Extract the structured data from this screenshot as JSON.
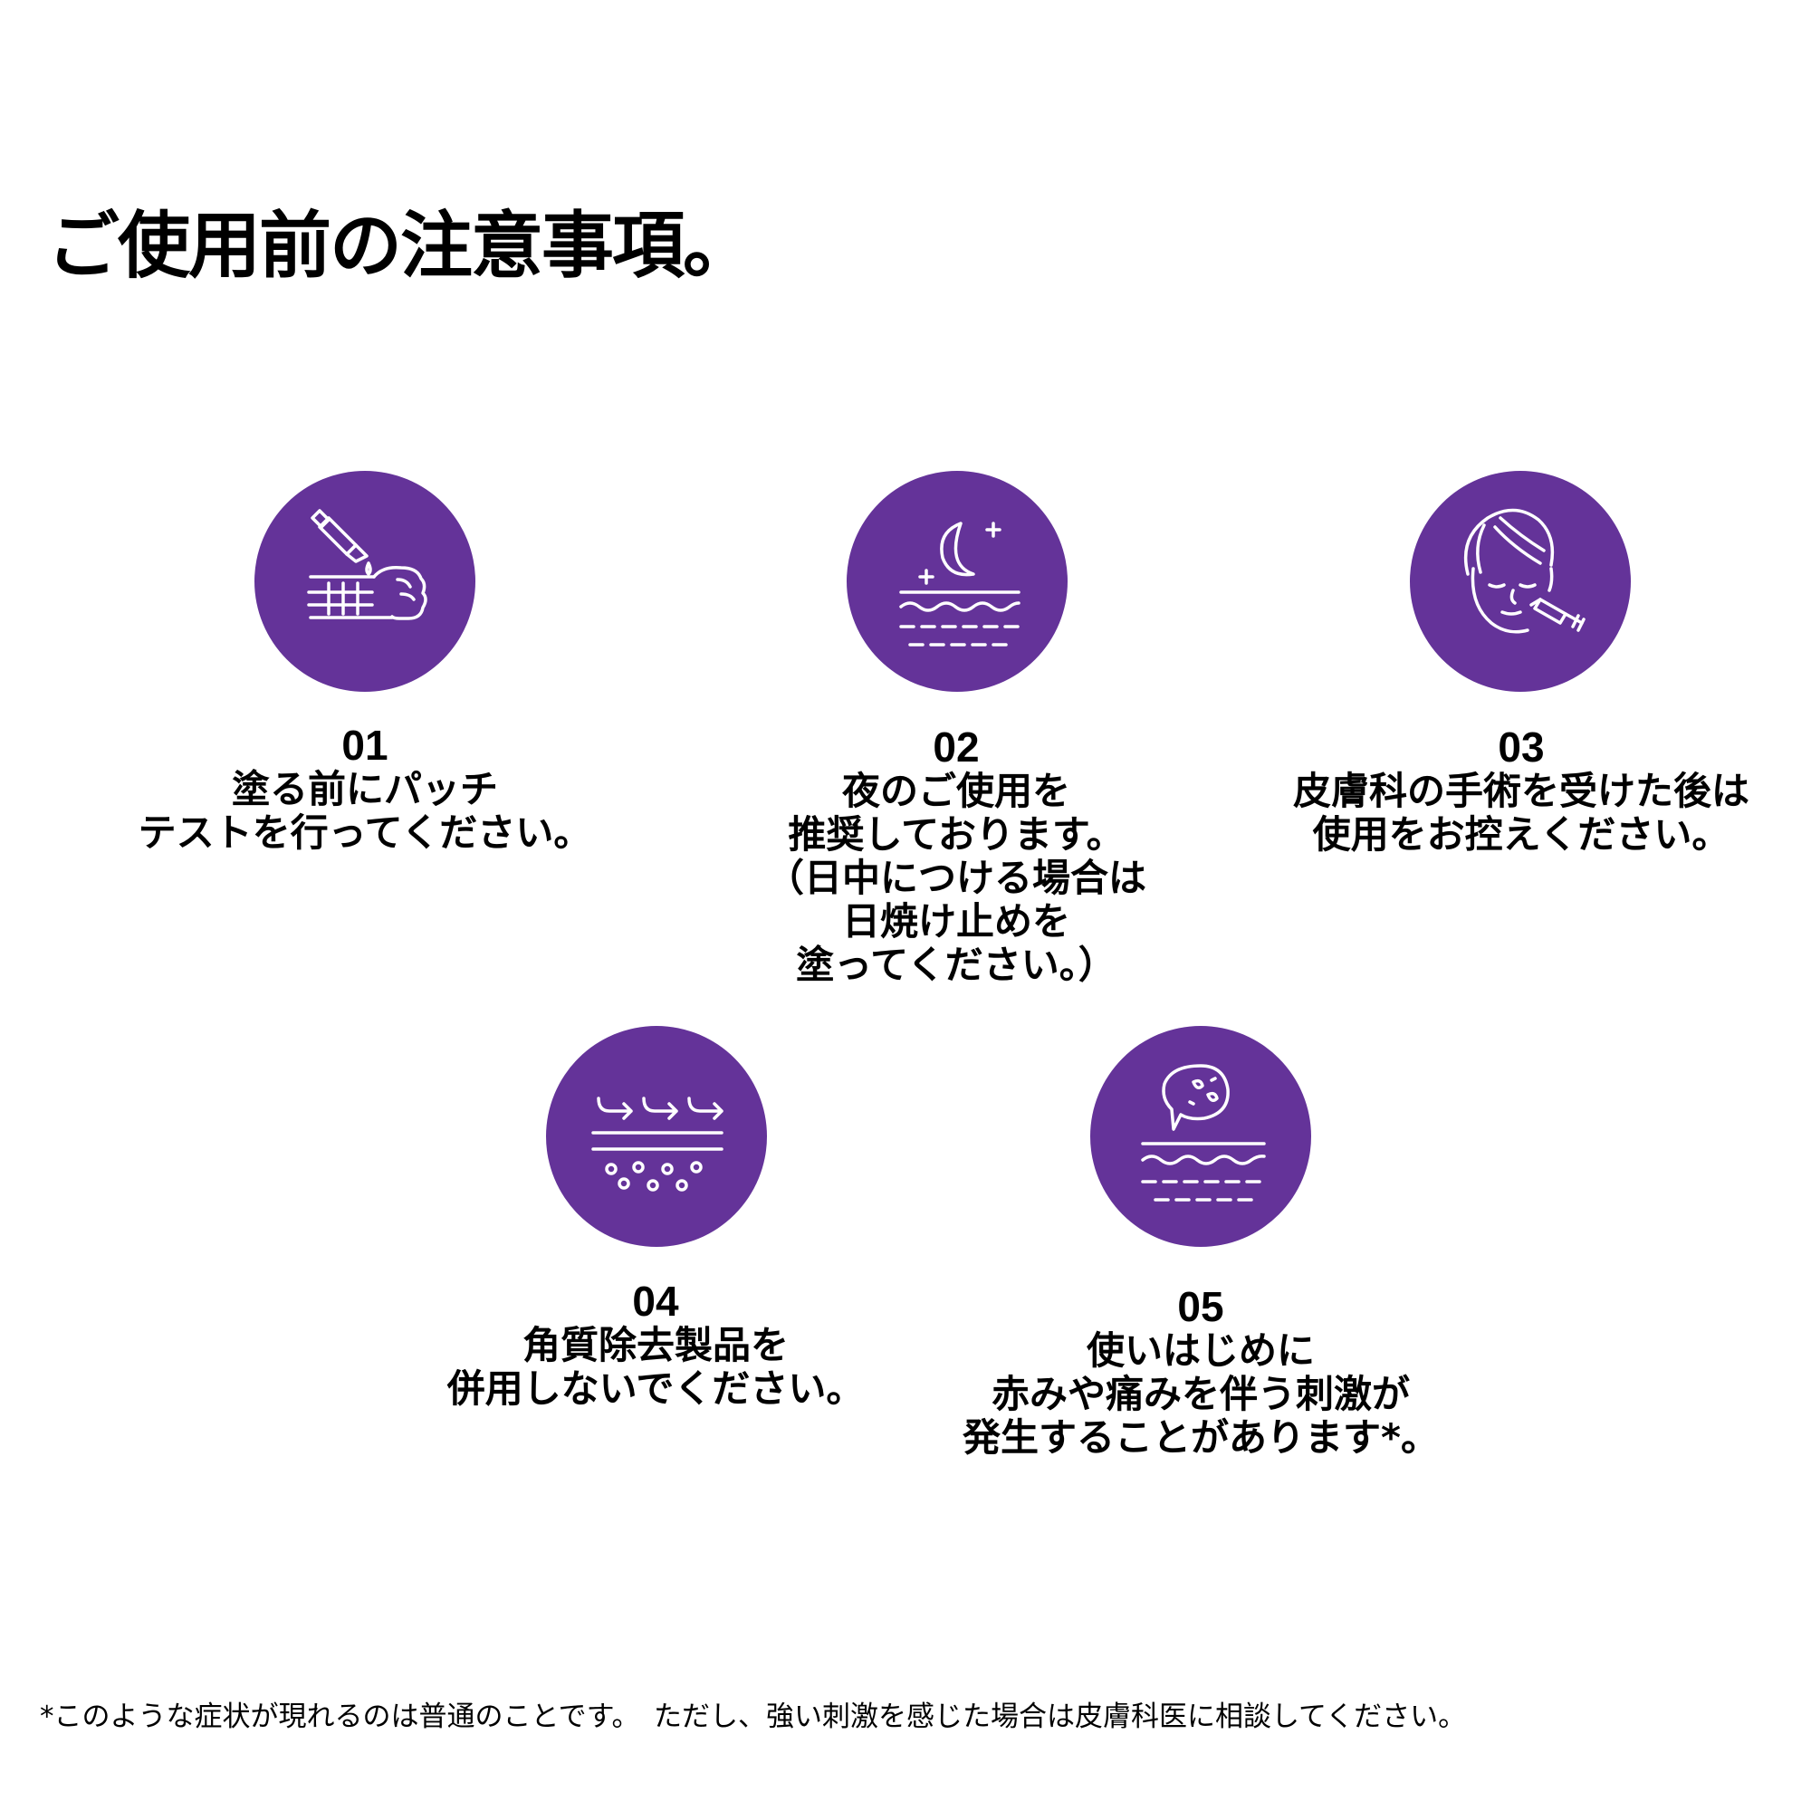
{
  "title": "ご使用前の注意事項。",
  "accent_color": "#643399",
  "items": [
    {
      "number": "01",
      "icon": "patch-test-icon",
      "lines": [
        "塗る前にパッチ",
        "テストを行ってください。"
      ]
    },
    {
      "number": "02",
      "icon": "night-moon-icon",
      "lines": [
        "夜のご使用を",
        "推奨しております。",
        "（日中につける場合は",
        "日焼け止めを",
        "塗ってください。）"
      ]
    },
    {
      "number": "03",
      "icon": "dermatology-procedure-icon",
      "lines": [
        "皮膚科の手術を受けた後は",
        "使用をお控えください。"
      ]
    },
    {
      "number": "04",
      "icon": "exfoliation-icon",
      "lines": [
        "角質除去製品を",
        "併用しないでください。"
      ]
    },
    {
      "number": "05",
      "icon": "skin-irritation-icon",
      "lines": [
        "使いはじめに",
        "赤みや痛みを伴う刺激が",
        "発生することがあります*。"
      ]
    }
  ],
  "footnote": "*このような症状が現れるのは普通のことです。　ただし、強い刺激を感じた場合は皮膚科医に相談してください。"
}
